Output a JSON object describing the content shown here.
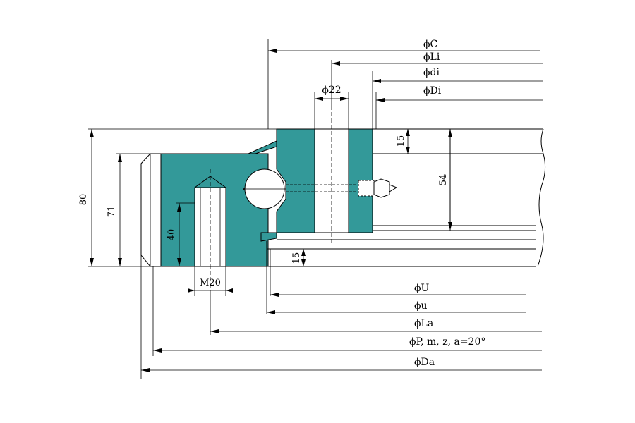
{
  "labels": {
    "C": "ϕC",
    "Li": "ϕLi",
    "di": "ϕdi",
    "Di": "ϕDi",
    "bolt_hole": "ϕ22",
    "U": "ϕU",
    "u": "ϕu",
    "La": "ϕLa",
    "P": "ϕP, m, z, a=20°",
    "Da": "ϕDa"
  },
  "dims": {
    "total_height": "80",
    "outer_height": "71",
    "thread_depth": "40",
    "thread": "M20",
    "top_step": "15",
    "inner_height": "54",
    "bottom_step": "15"
  },
  "colors": {
    "ring": "#339999"
  }
}
